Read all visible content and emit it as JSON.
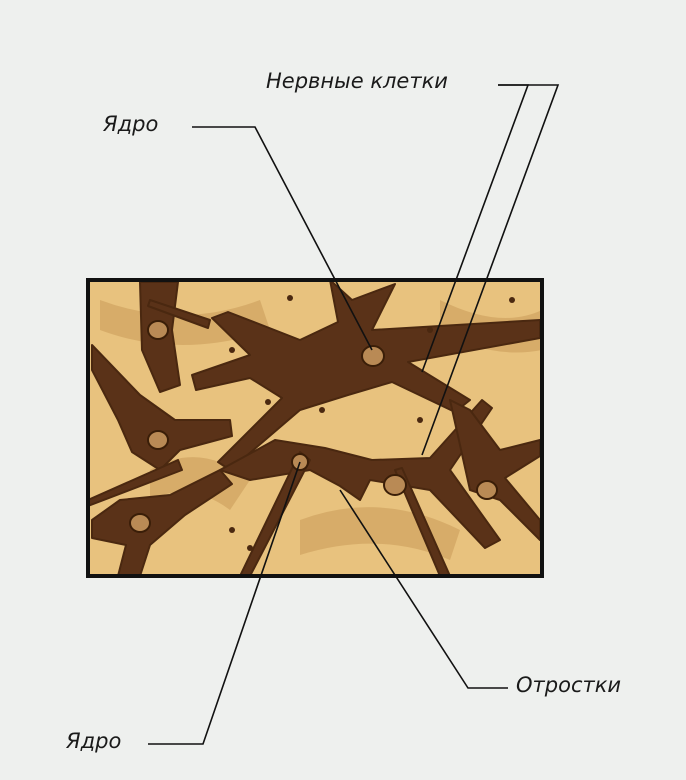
{
  "labels": {
    "nerve_cells": "Нервные клетки",
    "nucleus_top": "Ядро",
    "processes": "Отростки",
    "nucleus_bottom": "Ядро"
  },
  "colors": {
    "background": "#eef0ee",
    "tissue": "#e8c27e",
    "cell_body": "#5a3218",
    "nucleus": "#b98a55",
    "frame": "#111111",
    "leader_lines": "#111111"
  }
}
